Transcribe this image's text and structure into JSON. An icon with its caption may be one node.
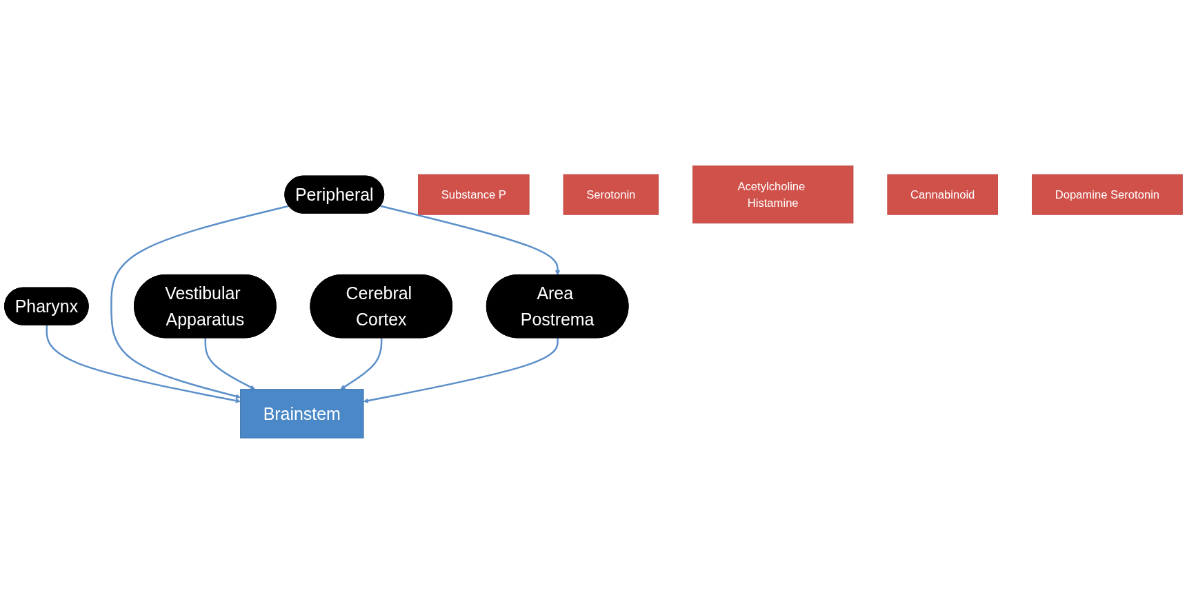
{
  "diagram": {
    "nodes": [
      {
        "text": [
          "Pharynx"
        ]
      },
      {
        "text": [
          "Peripheral"
        ]
      },
      {
        "text": [
          "Substance P"
        ]
      },
      {
        "text": [
          "Serotonin"
        ]
      },
      {
        "text": [
          "Brainstem"
        ]
      },
      {
        "text": [
          "Vestibular Apparatus"
        ]
      },
      {
        "text": [
          "Cerebral Cortex"
        ]
      },
      {
        "text": [
          "Area Postrema"
        ]
      },
      {
        "text": [
          "Acetylcholine Histamine"
        ]
      },
      {
        "text": [
          "Cannabinoid"
        ]
      },
      {
        "text": [
          "Dopamine Serotonin"
        ]
      }
    ],
    "edges": [
      {
        "from": 0,
        "to": 4,
        "arrow": "to"
      },
      {
        "from": 1,
        "to": 4,
        "arrow": "to"
      },
      {
        "from": 1,
        "to": 7,
        "arrow": "to"
      },
      {
        "from": 5,
        "to": 4,
        "arrow": "to"
      },
      {
        "from": 6,
        "to": 4,
        "arrow": "to"
      },
      {
        "from": 7,
        "to": 4,
        "arrow": "to"
      }
    ]
  }
}
